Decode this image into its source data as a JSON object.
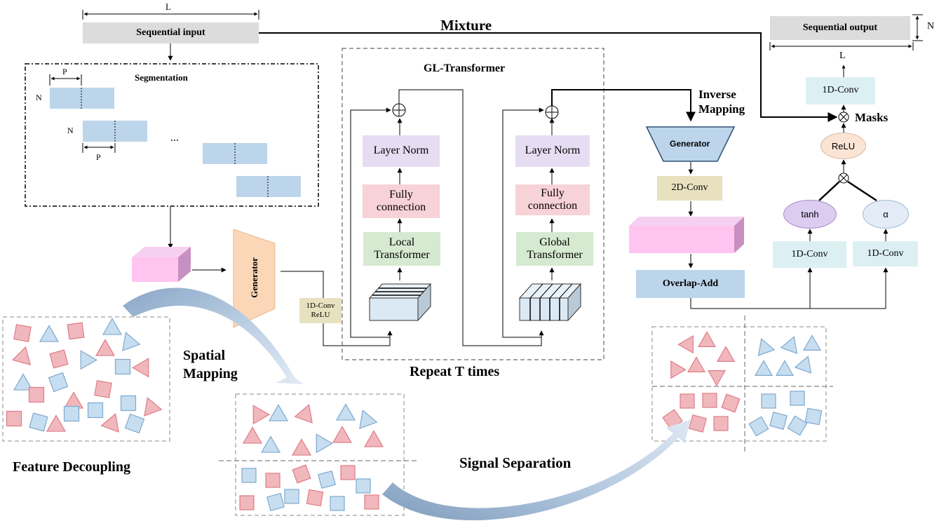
{
  "top": {
    "sequential_input": "Sequential input",
    "dim_L": "L",
    "mixture": "Mixture",
    "sequential_output": "Sequential output",
    "dim_N_out": "N",
    "dim_L_out": "L"
  },
  "segmentation": {
    "title": "Segmentation",
    "p_top": "P",
    "p_bottom": "P",
    "n1": "N",
    "n2": "N",
    "ellipsis": "..."
  },
  "generator_left": "Generator",
  "conv_relu": {
    "line1": "1D-Conv",
    "line2": "ReLU"
  },
  "gl_transformer": {
    "title": "GL-Transformer",
    "repeat": "Repeat T times",
    "left": {
      "layer_norm": "Layer Norm",
      "fc": "Fully connection",
      "transformer": "Local Transformer"
    },
    "right": {
      "layer_norm": "Layer Norm",
      "fc": "Fully connection",
      "transformer": "Global Transformer"
    }
  },
  "inverse": {
    "inverse_mapping": "Inverse Mapping",
    "generator": "Generator",
    "conv2d": "2D-Conv",
    "overlap_add": "Overlap-Add"
  },
  "mask_branch": {
    "conv_top": "1D-Conv",
    "masks": "Masks",
    "relu": "ReLU",
    "tanh": "tanh",
    "alpha": "α",
    "conv_left": "1D-Conv",
    "conv_right": "1D-Conv"
  },
  "captions": {
    "feature_decoupling": "Feature Decoupling",
    "spatial_mapping": "Spatial Mapping",
    "signal_separation": "Signal Separation"
  },
  "colors": {
    "segment_blue": "#bcd5ea",
    "shape_red": "#f0b8bd",
    "shape_red_stroke": "#e07c86",
    "shape_blue": "#c6def0",
    "shape_blue_stroke": "#7fa9cf",
    "cube_pink": "#ffc4f0",
    "cube_pink_side": "#c890c0",
    "generator_orange": "#fbd7b8",
    "generator_blue": "#bcd5ea",
    "arrow_blue": "#9fb8d4"
  }
}
